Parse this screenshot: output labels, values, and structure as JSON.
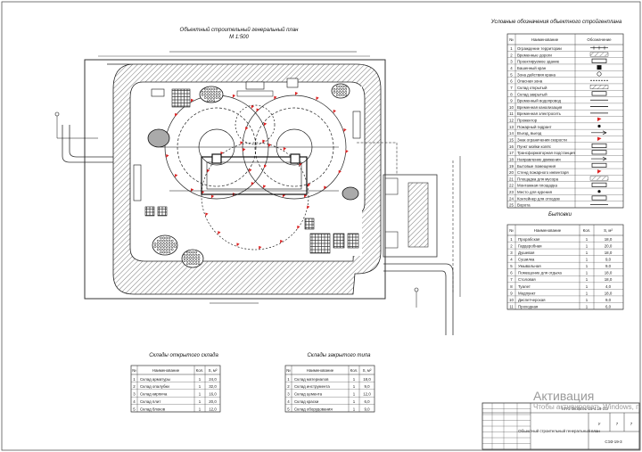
{
  "plan": {
    "title": "Объектный строительный генеральный план",
    "scale": "М 1:500"
  },
  "legend": {
    "title": "Условные обозначения объектного стройгенплана",
    "col_num": "№",
    "col_name": "Наименование",
    "col_sign": "Обозначение",
    "rows": [
      {
        "num": "1",
        "name": "Ограждение территории",
        "sign": "fence"
      },
      {
        "num": "2",
        "name": "Временные дороги",
        "sign": "road"
      },
      {
        "num": "3",
        "name": "Проектируемое здание",
        "sign": "building"
      },
      {
        "num": "4",
        "name": "Башенный кран",
        "sign": "crane"
      },
      {
        "num": "5",
        "name": "Зона действия крана",
        "sign": "circle"
      },
      {
        "num": "6",
        "name": "Опасная зона",
        "sign": "dashed"
      },
      {
        "num": "7",
        "name": "Склад открытый",
        "sign": "hatch"
      },
      {
        "num": "8",
        "name": "Склад закрытый",
        "sign": "box"
      },
      {
        "num": "9",
        "name": "Временный водопровод",
        "sign": "line"
      },
      {
        "num": "10",
        "name": "Временная канализация",
        "sign": "line"
      },
      {
        "num": "11",
        "name": "Временная электросеть",
        "sign": "line"
      },
      {
        "num": "12",
        "name": "Прожектор",
        "sign": "flag"
      },
      {
        "num": "13",
        "name": "Пожарный гидрант",
        "sign": "dot"
      },
      {
        "num": "14",
        "name": "Въезд, выезд",
        "sign": "arrow"
      },
      {
        "num": "15",
        "name": "Знак ограничения скорости",
        "sign": "flag"
      },
      {
        "num": "16",
        "name": "Пункт мойки колёс",
        "sign": "box"
      },
      {
        "num": "17",
        "name": "Трансформаторная подстанция",
        "sign": "box"
      },
      {
        "num": "18",
        "name": "Направление движения",
        "sign": "arrow"
      },
      {
        "num": "19",
        "name": "Бытовые помещения",
        "sign": "box"
      },
      {
        "num": "20",
        "name": "Стенд пожарного инвентаря",
        "sign": "flag"
      },
      {
        "num": "21",
        "name": "Площадка для мусора",
        "sign": "hatch"
      },
      {
        "num": "22",
        "name": "Монтажная площадка",
        "sign": "box"
      },
      {
        "num": "23",
        "name": "Место для курения",
        "sign": "dot"
      },
      {
        "num": "24",
        "name": "Контейнер для отходов",
        "sign": "box"
      },
      {
        "num": "25",
        "name": "Ворота",
        "sign": "line"
      }
    ]
  },
  "buildings": {
    "title": "Бытовки",
    "col_num": "№",
    "col_name": "Наименование",
    "col_qty": "Кол.",
    "col_area": "S, м²",
    "rows": [
      {
        "num": "1",
        "name": "Прорабская",
        "qty": "1",
        "area": "18,0"
      },
      {
        "num": "2",
        "name": "Гардеробная",
        "qty": "1",
        "area": "20,0"
      },
      {
        "num": "3",
        "name": "Душевая",
        "qty": "1",
        "area": "18,0"
      },
      {
        "num": "4",
        "name": "Сушилка",
        "qty": "1",
        "area": "9,0"
      },
      {
        "num": "5",
        "name": "Умывальная",
        "qty": "1",
        "area": "9,0"
      },
      {
        "num": "6",
        "name": "Помещение для отдыха",
        "qty": "1",
        "area": "18,0"
      },
      {
        "num": "7",
        "name": "Столовая",
        "qty": "1",
        "area": "18,0"
      },
      {
        "num": "8",
        "name": "Туалет",
        "qty": "1",
        "area": "4,0"
      },
      {
        "num": "9",
        "name": "Медпункт",
        "qty": "1",
        "area": "18,0"
      },
      {
        "num": "10",
        "name": "Диспетчерская",
        "qty": "1",
        "area": "9,0"
      },
      {
        "num": "11",
        "name": "Проходная",
        "qty": "1",
        "area": "6,0"
      }
    ]
  },
  "open_storage": {
    "title": "Склады открытого склада",
    "col_num": "№",
    "col_name": "Наименование",
    "col_qty": "Кол.",
    "col_area": "S, м²",
    "rows": [
      {
        "num": "1",
        "name": "Склад арматуры",
        "qty": "1",
        "area": "24,0"
      },
      {
        "num": "2",
        "name": "Склад опалубки",
        "qty": "1",
        "area": "32,0"
      },
      {
        "num": "3",
        "name": "Склад кирпича",
        "qty": "1",
        "area": "16,0"
      },
      {
        "num": "4",
        "name": "Склад плит",
        "qty": "1",
        "area": "20,0"
      },
      {
        "num": "5",
        "name": "Склад блоков",
        "qty": "1",
        "area": "12,0"
      }
    ]
  },
  "closed_storage": {
    "title": "Склады закрытого типа",
    "col_num": "№",
    "col_name": "Наименование",
    "col_qty": "Кол.",
    "col_area": "S, м²",
    "rows": [
      {
        "num": "1",
        "name": "Склад материалов",
        "qty": "1",
        "area": "18,0"
      },
      {
        "num": "2",
        "name": "Склад инструмента",
        "qty": "1",
        "area": "9,0"
      },
      {
        "num": "3",
        "name": "Склад цемента",
        "qty": "1",
        "area": "12,0"
      },
      {
        "num": "4",
        "name": "Склад краски",
        "qty": "1",
        "area": "6,0"
      },
      {
        "num": "5",
        "name": "Склад оборудования",
        "qty": "1",
        "area": "9,0"
      }
    ]
  },
  "stamp": {
    "code": "КП-2 08.03.01-15-4.19 СЭ",
    "sheet_title": "Объектный строительный генеральный план",
    "stage": "У",
    "sheet": "7",
    "sheets": "7",
    "org": "СЭЗ-19-3"
  },
  "watermark": {
    "line1": "Активация",
    "line2": "Чтобы активировать Windows, перейдите в раздел «Параметры»."
  }
}
